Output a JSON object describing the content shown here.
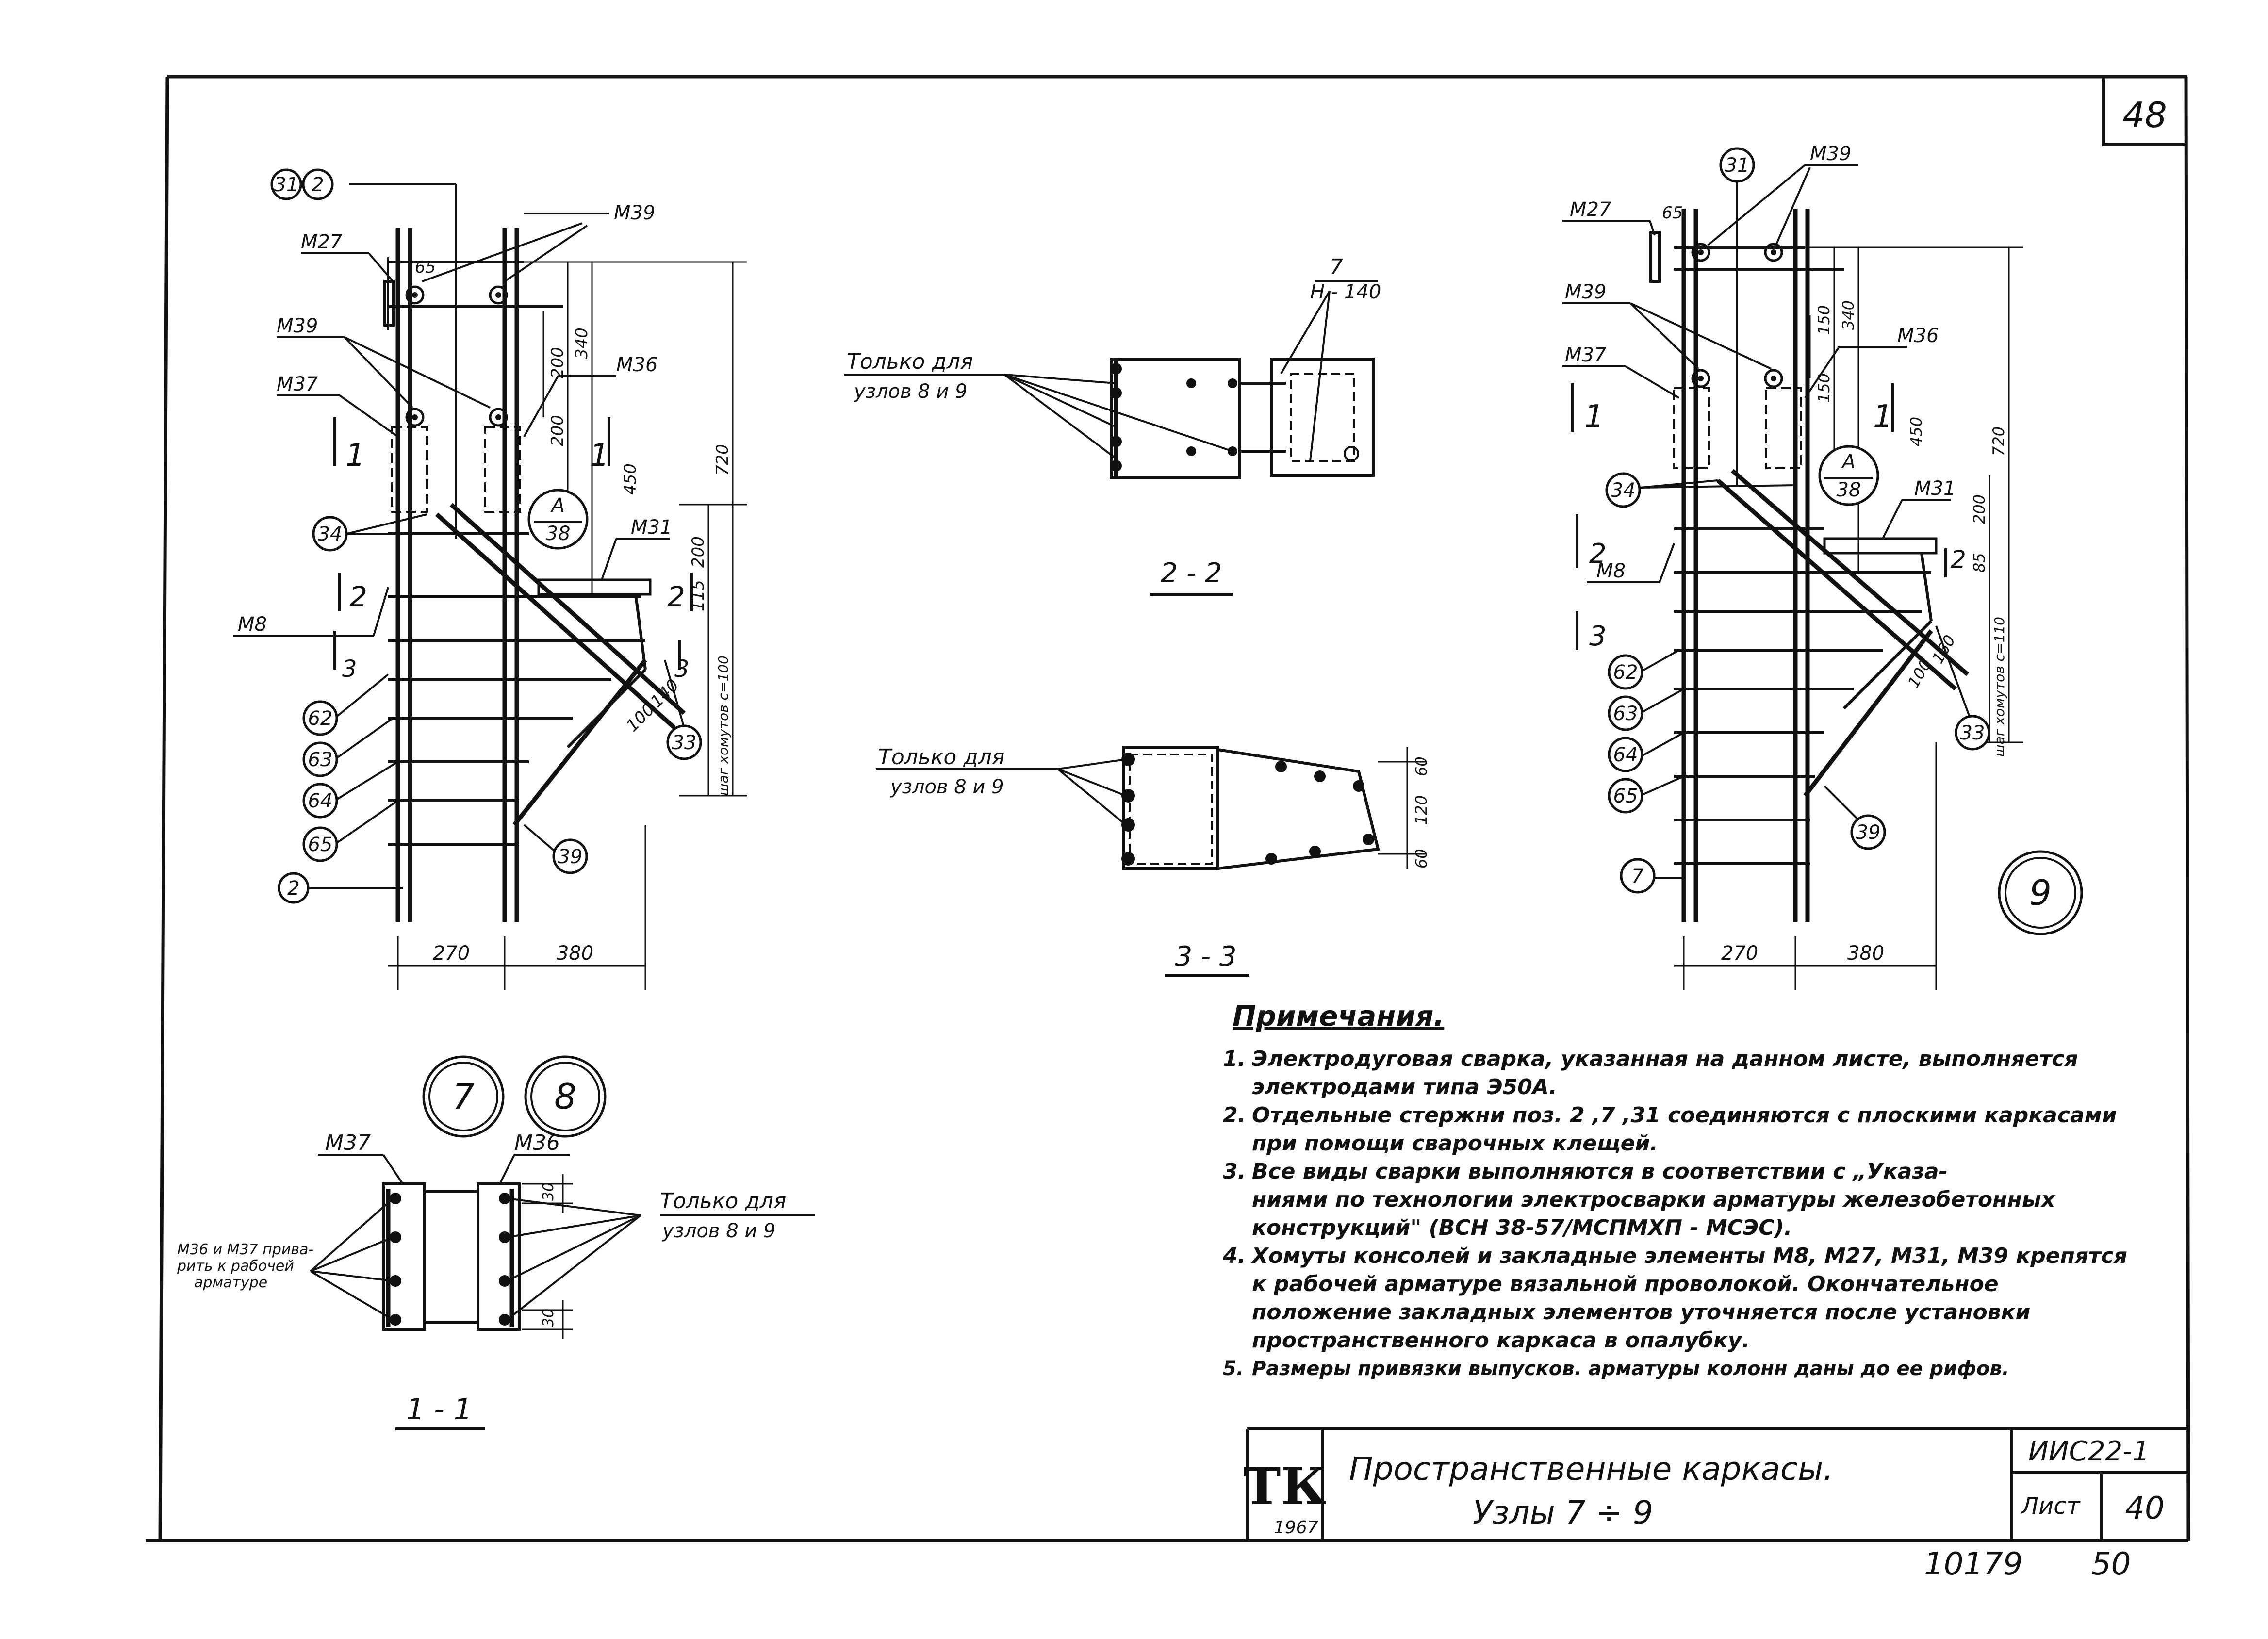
{
  "sheet": {
    "page_number": "48",
    "stamp_numbers": {
      "left": "10179",
      "right": "50"
    }
  },
  "node_circles": {
    "n7": "7",
    "n8": "8",
    "n9": "9"
  },
  "left_elevation": {
    "marks": {
      "m27": "M27",
      "m39a": "M39",
      "m39b": "M39",
      "m37": "M37",
      "m36": "M36",
      "m31": "M31",
      "m8": "M8",
      "b31": "31",
      "b2a": "2",
      "b34": "34",
      "b62": "62",
      "b63": "63",
      "b64": "64",
      "b65": "65",
      "b2b": "2",
      "b39": "39",
      "b33": "33"
    },
    "section_a": {
      "top": "A",
      "bottom": "38"
    },
    "cuts": {
      "c1l": "1",
      "c1r": "1",
      "c2l": "2",
      "c2r": "2",
      "c3l": "3",
      "c3r": "3"
    },
    "dims": {
      "d65": "65",
      "d200a": "200",
      "d340": "340",
      "d200b": "200",
      "d450": "450",
      "d720": "720",
      "d200c": "200",
      "d115": "115",
      "d100": "100",
      "d140": "140",
      "step": "шаг хомутов с=100",
      "d270": "270",
      "d380": "380"
    }
  },
  "right_elevation": {
    "marks": {
      "m39top": "M39",
      "m27": "M27",
      "m39": "M39",
      "m37": "M37",
      "m36": "M36",
      "m31": "M31",
      "m8": "M8",
      "b31": "31",
      "b34": "34",
      "b62": "62",
      "b63": "63",
      "b64": "64",
      "b65": "65",
      "b7": "7",
      "b39": "39",
      "b33": "33"
    },
    "section_a": {
      "top": "A",
      "bottom": "38"
    },
    "cuts": {
      "c1l": "1",
      "c1r": "1",
      "c2l": "2",
      "c2r": "2",
      "c3l": "3"
    },
    "dims": {
      "d65": "65",
      "d150": "150",
      "d340": "340",
      "d150b": "150",
      "d450": "450",
      "d720": "720",
      "d200": "200",
      "d85": "85",
      "d100": "100",
      "d160": "160",
      "step": "шаг хомутов с=110",
      "d270": "270",
      "d380": "380"
    }
  },
  "section_2_2": {
    "title": "2 - 2",
    "note_line1": "Только для",
    "note_line2": "узлов 8 и 9",
    "fraction_top": "7",
    "fraction_bottom": "Н - 140"
  },
  "section_3_3": {
    "title": "3 - 3",
    "note_line1": "Только для",
    "note_line2": "узлов 8 и 9",
    "dims": {
      "d60a": "60",
      "d120": "120",
      "d60b": "60"
    }
  },
  "section_1_1": {
    "title": "1 - 1",
    "m37": "M37",
    "m36": "M36",
    "left_note": "М36 и М37 приварить к рабочей арматуре",
    "note_line1": "Только для",
    "note_line2": "узлов 8 и 9",
    "dims": {
      "d30a": "30",
      "d30b": "30"
    }
  },
  "notes": {
    "title": "Примечания.",
    "items": [
      {
        "n": "1.",
        "text": "Электродуговая сварка, указанная на данном листе, выполняется\nэлектродами типа Э50А."
      },
      {
        "n": "2.",
        "text": "Отдельные стержни поз. 2 ,7 ,31 соединяются с плоскими каркасами\nпри помощи сварочных клещей."
      },
      {
        "n": "3.",
        "text": "Все виды сварки выполняются в соответствии с „Указа-\nниями по технологии электросварки арматуры железобетонных\nконструкций\" (ВСН 38-57/МСПМХП - МСЭС)."
      },
      {
        "n": "4.",
        "text": "Хомуты консолей и закладные элементы М8, М27, М31, М39 крепятся\nк рабочей арматуре вязальной проволокой. Окончательное\nположение закладных элементов уточняется после установки\nпространственного каркаса в опалубку."
      },
      {
        "n": "5.",
        "text": "Размеры привязки выпусков. арматуры колонн даны до ее рифов."
      }
    ]
  },
  "title_block": {
    "logo": "ТК",
    "year": "1967",
    "title_line1": "Пространственные каркасы.",
    "title_line2": "Узлы 7 ÷ 9",
    "series": "ИИС22-1",
    "sheet_label": "Лист",
    "sheet_number": "40"
  }
}
